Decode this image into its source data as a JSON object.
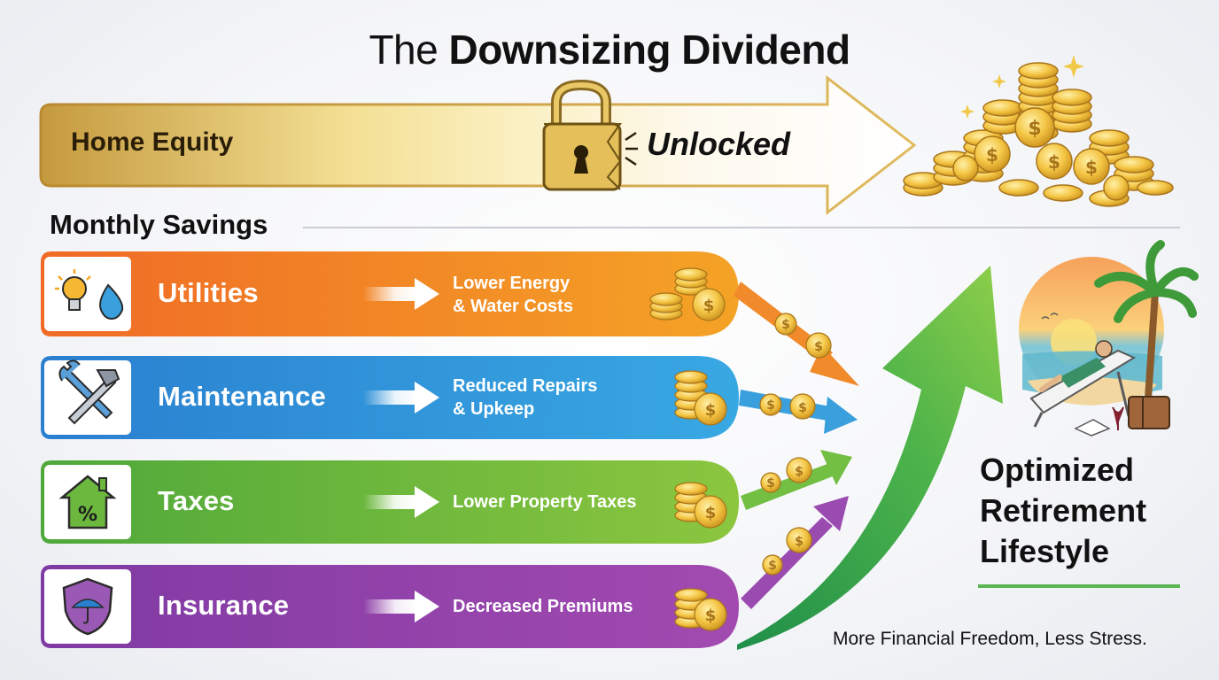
{
  "title": {
    "light": "The ",
    "bold": "Downsizing Dividend"
  },
  "equity": {
    "label": "Home Equity",
    "unlocked": "Unlocked"
  },
  "savings": {
    "heading": "Monthly Savings",
    "items": [
      {
        "label": "Utilities",
        "description": "Lower Energy\n& Water Costs",
        "icon": "lightbulb-water-drop-icon",
        "color": "#ef7a22"
      },
      {
        "label": "Maintenance",
        "description": "Reduced Repairs\n& Upkeep",
        "icon": "wrench-hammer-icon",
        "color": "#2f93d7"
      },
      {
        "label": "Taxes",
        "description": "Lower Property Taxes",
        "icon": "house-percent-icon",
        "color": "#6cb83f"
      },
      {
        "label": "Insurance",
        "description": "Decreased Premiums",
        "icon": "shield-umbrella-icon",
        "color": "#8f46a8"
      }
    ]
  },
  "outcome": {
    "title": "Optimized\nRetirement\nLifestyle",
    "tagline": "More Financial Freedom, Less Stress."
  },
  "colors": {
    "gold": "#d9b454",
    "green_arrow": "#4cae4c",
    "divider": "#c9ccd3"
  }
}
